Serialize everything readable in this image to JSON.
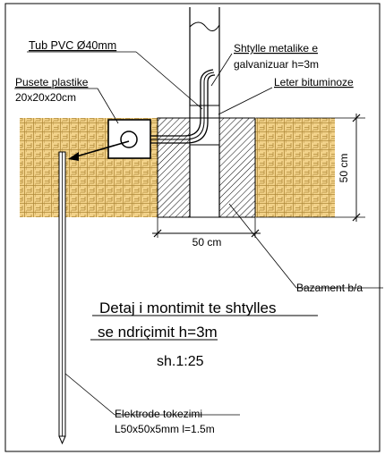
{
  "labels": {
    "tub_pvc": "Tub PVC Ø40mm",
    "shtylle_line1": "Shtylle metalike e",
    "shtylle_line2": "galvanizuar h=3m",
    "leter": "Leter bituminoze",
    "pusete_line1": "Pusete plastike",
    "pusete_line2": "20x20x20cm",
    "height_dim": "50 cm",
    "width_dim": "50 cm",
    "bazament": "Bazament b/a",
    "title_line1": "Detaj i montimit te shtylles",
    "title_line2": "se ndriçimit h=3m",
    "scale": "sh.1:25",
    "elektrode_line1": "Elektrode tokezimi",
    "elektrode_line2": "L50x50x5mm l=1.5m"
  },
  "colors": {
    "soil": "#f2d28a",
    "soil_hatch": "#b08a3a",
    "line": "#000000"
  }
}
